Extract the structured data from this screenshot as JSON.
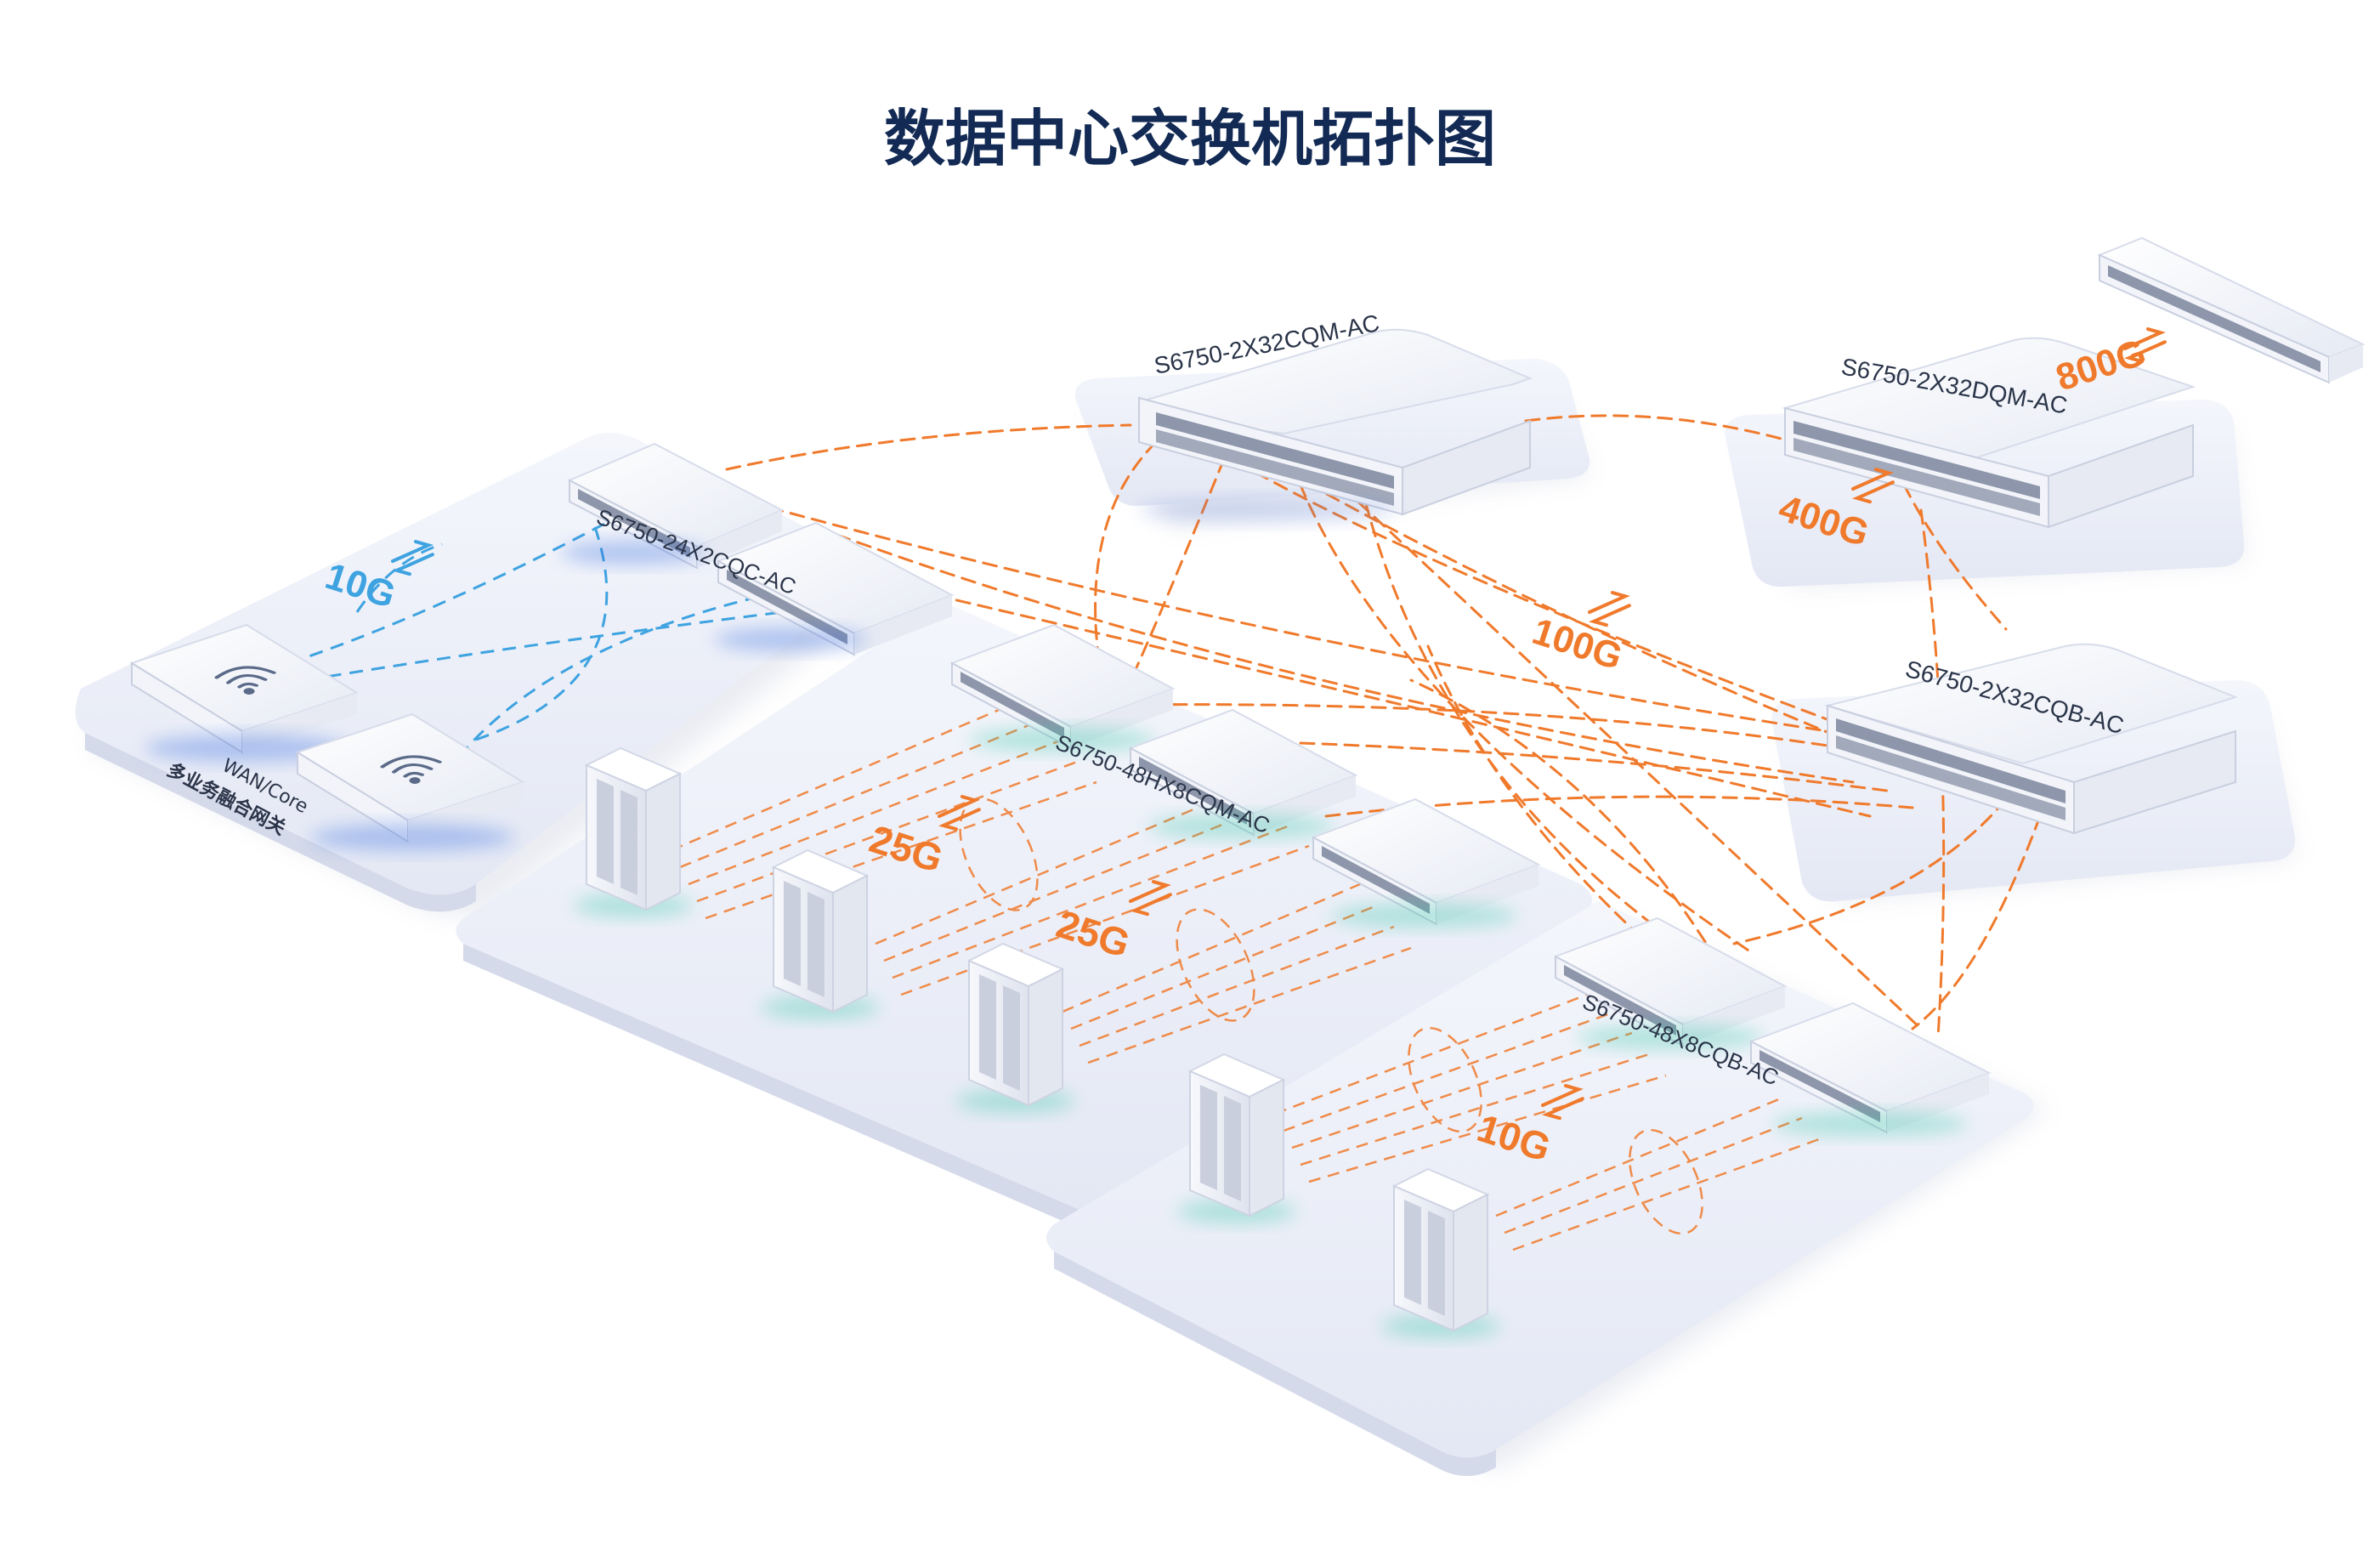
{
  "title": "数据中心交换机拓扑图",
  "switches": {
    "core_qm": "S6750-2X32CQM-AC",
    "core_dqm": "S6750-2X32DQM-AC",
    "core_cqb": "S6750-2X32CQB-AC",
    "edge_24x": "S6750-24X2CQC-AC",
    "access_48hx": "S6750-48HX8CQM-AC",
    "access_48x": "S6750-48X8CQB-AC"
  },
  "gateway": {
    "line1": "WAN/Core",
    "line2": "多业务融合网关"
  },
  "speeds": {
    "s800": "800G",
    "s400": "400G",
    "s100": "100G",
    "s10_top": "10G",
    "s25_a": "25G",
    "s25_b": "25G",
    "s10_bottom": "10G"
  },
  "colors": {
    "title": "#122a54",
    "orange": "#f07a2c",
    "blue": "#3ea3e0",
    "platform": "#eceff8",
    "device": "#f4f6fb"
  }
}
